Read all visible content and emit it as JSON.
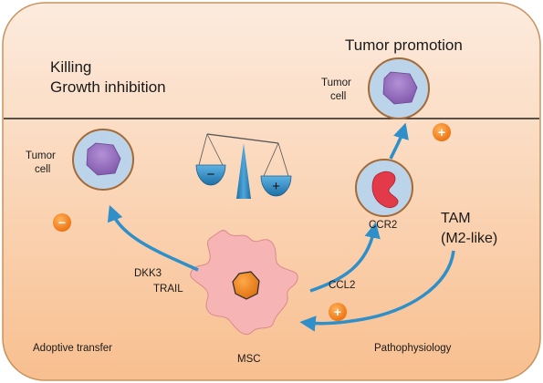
{
  "regions": {
    "top_left_text_1": "Killing",
    "top_left_text_2": "Growth inhibition",
    "top_right_title": "Tumor promotion"
  },
  "cells": {
    "top_tumor_label_1": "Tumor",
    "top_tumor_label_2": "cell",
    "left_tumor_label_1": "Tumor",
    "left_tumor_label_2": "cell",
    "ccr2_label": "CCR2",
    "msc_label": "MSC"
  },
  "signals": {
    "dkk3": "DKK3",
    "trail": "TRAIL",
    "ccl2": "CCL2",
    "tam_1": "TAM",
    "tam_2": "(M2-like)"
  },
  "footer": {
    "left": "Adoptive transfer",
    "right": "Pathophysiology"
  },
  "symbols": {
    "plus": "+",
    "minus": "−"
  },
  "colors": {
    "background_top": "#fbe3d0",
    "background_bottom": "#f9c497",
    "border": "#c8925d",
    "arrow": "#2e8fc9",
    "cell_body": "#bcd4ea",
    "nucleus": "#8f68b8",
    "msc": "#f6b4b5",
    "msc_nucleus": "#f08a1c",
    "macrophage": "#e23a48",
    "badge": "#f47d1a"
  }
}
